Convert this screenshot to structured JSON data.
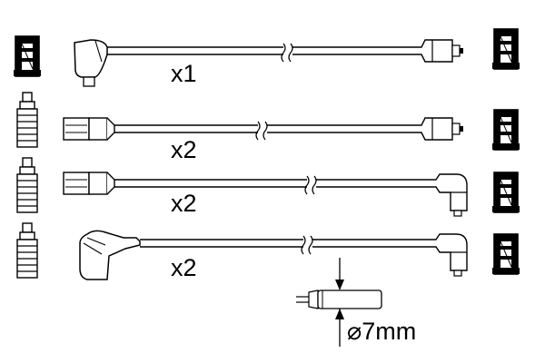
{
  "diagram": {
    "leads": [
      {
        "quantity_label": "x1",
        "left_end": "angled-boot",
        "right_end": "straight-boot-with-spring-clip",
        "left_cap": "coil-cap",
        "right_cap": "plug-cap"
      },
      {
        "quantity_label": "x2",
        "left_end": "straight-flat-connector",
        "right_end": "straight-boot-with-spring-clip",
        "left_cap": "distributor-terminal",
        "right_cap": "plug-cap"
      },
      {
        "quantity_label": "x2",
        "left_end": "straight-flat-connector",
        "right_end": "angled-boot",
        "left_cap": "distributor-terminal",
        "right_cap": "plug-cap"
      },
      {
        "quantity_label": "x2",
        "left_end": "angled-round-boot",
        "right_end": "angled-boot",
        "left_cap": "distributor-terminal",
        "right_cap": "plug-cap"
      }
    ],
    "cable_diameter": {
      "symbol": "⌀",
      "value": "7mm"
    },
    "colors": {
      "line": "#000000",
      "fill": "#ffffff"
    }
  }
}
